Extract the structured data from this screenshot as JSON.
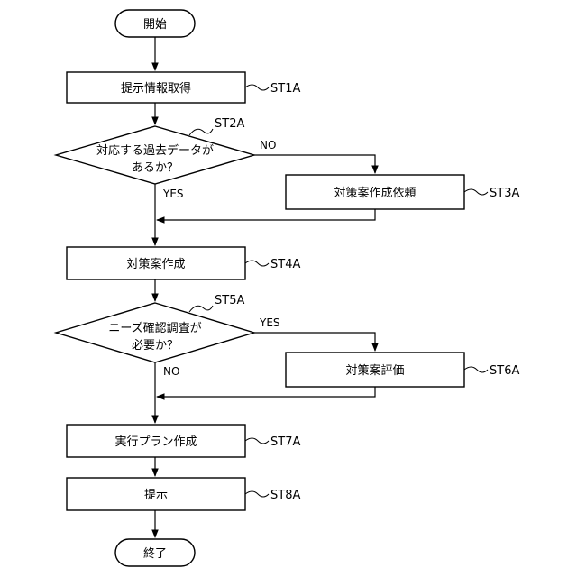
{
  "flowchart": {
    "start": "開始",
    "end": "終了",
    "steps": {
      "st1a": {
        "text": "提示情報取得",
        "label": "ST1A"
      },
      "st2a": {
        "line1": "対応する過去データが",
        "line2": "あるか？",
        "label": "ST2A",
        "yes": "YES",
        "no": "NO"
      },
      "st3a": {
        "text": "対策案作成依頼",
        "label": "ST3A"
      },
      "st4a": {
        "text": "対策案作成",
        "label": "ST4A"
      },
      "st5a": {
        "line1": "ニーズ確認調査が",
        "line2": "必要か？",
        "label": "ST5A",
        "yes": "YES",
        "no": "NO"
      },
      "st6a": {
        "text": "対策案評価",
        "label": "ST6A"
      },
      "st7a": {
        "text": "実行プラン作成",
        "label": "ST7A"
      },
      "st8a": {
        "text": "提示",
        "label": "ST8A"
      }
    }
  }
}
